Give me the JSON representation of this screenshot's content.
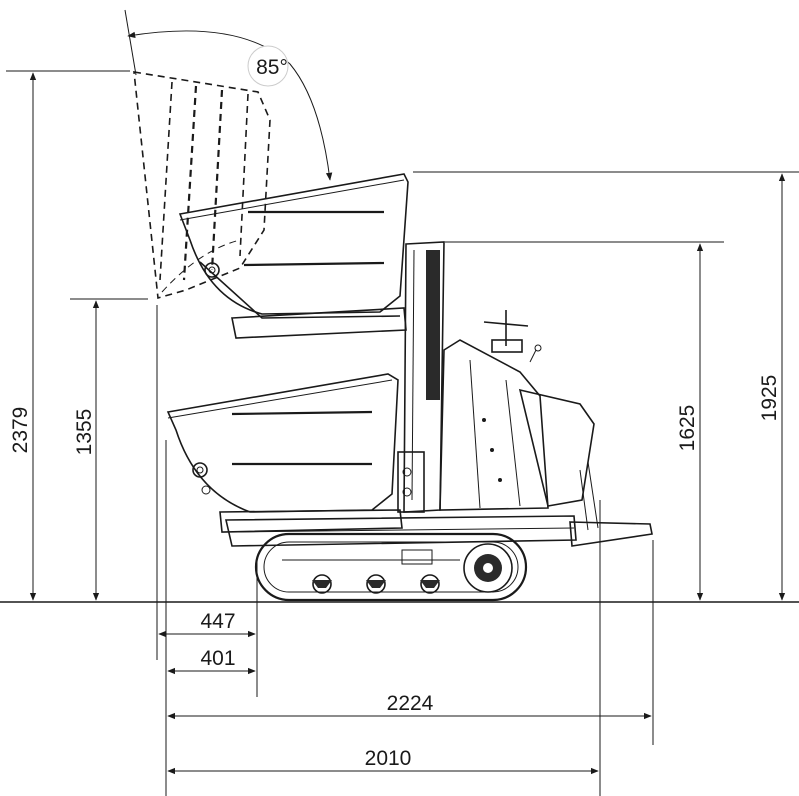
{
  "angle": {
    "label": "85°"
  },
  "dimensions": {
    "max_dump_height": "2379",
    "bucket_lower_height": "1355",
    "raised_rim_height": "1925",
    "frame_height": "1625",
    "overhang_447": "447",
    "overhang_401": "401",
    "overall_length": "2224",
    "body_length": "2010"
  }
}
